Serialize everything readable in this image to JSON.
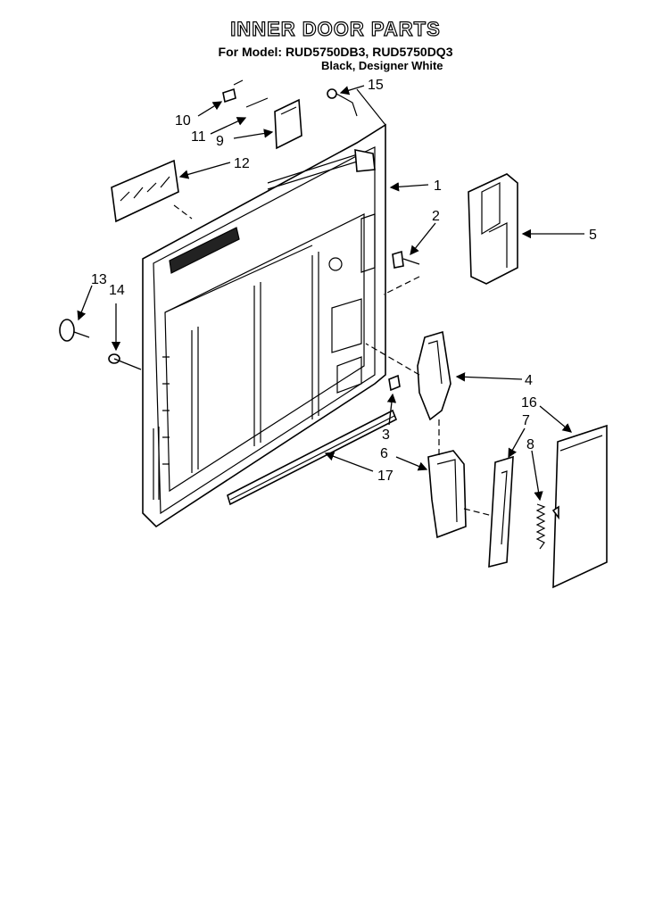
{
  "header": {
    "title": "INNER DOOR PARTS",
    "models": "For Model: RUD5750DB3, RUD5750DQ3",
    "colors": "Black,  Designer White"
  },
  "callouts": [
    {
      "id": "1",
      "label": "1"
    },
    {
      "id": "2",
      "label": "2"
    },
    {
      "id": "3",
      "label": "3"
    },
    {
      "id": "4",
      "label": "4"
    },
    {
      "id": "5",
      "label": "5"
    },
    {
      "id": "6",
      "label": "6"
    },
    {
      "id": "7",
      "label": "7"
    },
    {
      "id": "8",
      "label": "8"
    },
    {
      "id": "9",
      "label": "9"
    },
    {
      "id": "10",
      "label": "10"
    },
    {
      "id": "11",
      "label": "11"
    },
    {
      "id": "12",
      "label": "12"
    },
    {
      "id": "13",
      "label": "13"
    },
    {
      "id": "14",
      "label": "14"
    },
    {
      "id": "15",
      "label": "15"
    },
    {
      "id": "16",
      "label": "16"
    },
    {
      "id": "17",
      "label": "17"
    }
  ]
}
